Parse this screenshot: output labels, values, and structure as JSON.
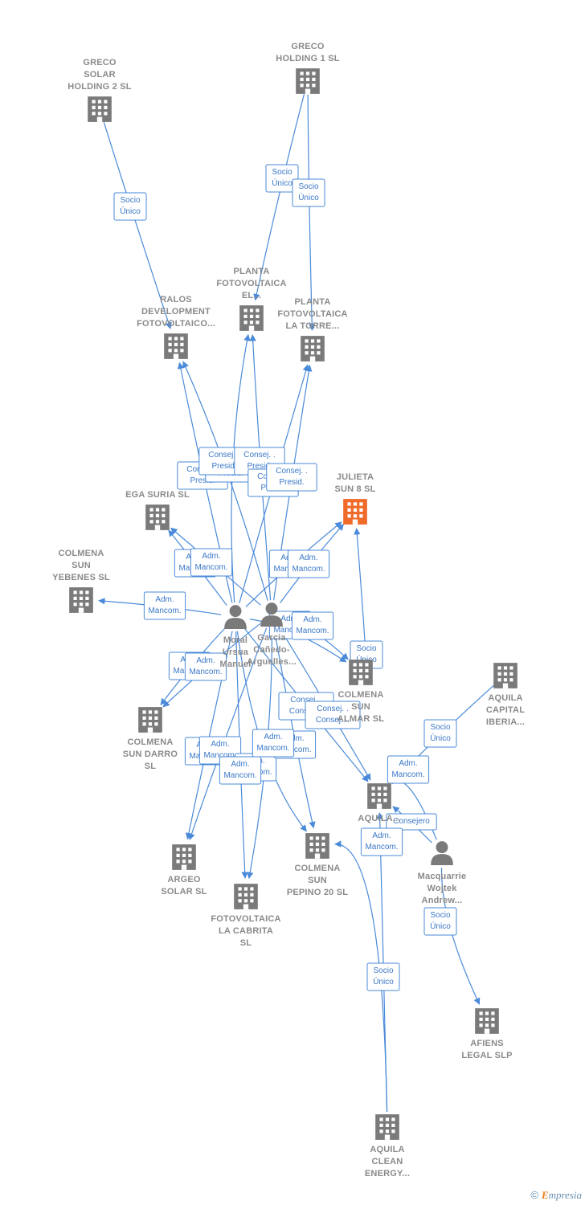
{
  "colors": {
    "edge": "#4a8ad8",
    "company": "#7a7a7a",
    "focus": "#f06a2a",
    "person": "#7a7a7a",
    "label": "#8a8a8a"
  },
  "nodes": [
    {
      "id": "greco2",
      "kind": "company",
      "label": [
        "GRECO",
        "SOLAR",
        "HOLDING 2  SL"
      ]
    },
    {
      "id": "greco1",
      "kind": "company",
      "label": [
        "GRECO",
        "HOLDING 1  SL"
      ]
    },
    {
      "id": "ralos",
      "kind": "company",
      "label": [
        "RALOS",
        "DEVELOPMENT",
        "FOTOVOLTAICO..."
      ]
    },
    {
      "id": "plantael",
      "kind": "company",
      "label": [
        "PLANTA",
        "FOTOVOLTAICA",
        "EL..."
      ]
    },
    {
      "id": "plantatorre",
      "kind": "company",
      "label": [
        "PLANTA",
        "FOTOVOLTAICA",
        "LA TORRE..."
      ]
    },
    {
      "id": "julieta",
      "kind": "focus",
      "label": [
        "JULIETA",
        "SUN 8  SL"
      ]
    },
    {
      "id": "ega",
      "kind": "company",
      "label": [
        "EGA SURIA  SL"
      ]
    },
    {
      "id": "yebenes",
      "kind": "company",
      "label": [
        "COLMENA",
        "SUN",
        "YEBENES  SL"
      ]
    },
    {
      "id": "moral",
      "kind": "person",
      "label": [
        "Moral",
        "Ursua",
        "Manuel"
      ]
    },
    {
      "id": "garcia",
      "kind": "person",
      "label": [
        "Garcia",
        "Cañedo-",
        "Arguelles..."
      ]
    },
    {
      "id": "almar",
      "kind": "company",
      "label": [
        "COLMENA",
        "SUN",
        "ALMAR  SL"
      ]
    },
    {
      "id": "aquilacap",
      "kind": "company",
      "label": [
        "AQUILA",
        "CAPITAL",
        "IBERIA..."
      ]
    },
    {
      "id": "darro",
      "kind": "company",
      "label": [
        "COLMENA",
        "SUN DARRO",
        "SL"
      ]
    },
    {
      "id": "aquila",
      "kind": "company",
      "label": [
        "AQUILA..."
      ]
    },
    {
      "id": "macq",
      "kind": "person",
      "label": [
        "Macquarrie",
        "Wojtek",
        "Andrew..."
      ]
    },
    {
      "id": "argeo",
      "kind": "company",
      "label": [
        "ARGEO",
        "SOLAR  SL"
      ]
    },
    {
      "id": "pepino",
      "kind": "company",
      "label": [
        "COLMENA",
        "SUN",
        "PEPINO 20  SL"
      ]
    },
    {
      "id": "cabrita",
      "kind": "company",
      "label": [
        "FOTOVOLTAICA",
        "LA CABRITA",
        "SL"
      ]
    },
    {
      "id": "afiens",
      "kind": "company",
      "label": [
        "AFIENS",
        "LEGAL  SLP"
      ]
    },
    {
      "id": "clean",
      "kind": "company",
      "label": [
        "AQUILA",
        "CLEAN",
        "ENERGY..."
      ]
    }
  ],
  "edges": [
    {
      "from": "greco2",
      "to": "ralos",
      "label": [
        "Socio",
        "Único"
      ]
    },
    {
      "from": "greco1",
      "to": "plantael",
      "label": [
        "Socio",
        "Único"
      ]
    },
    {
      "from": "greco1",
      "to": "plantatorre",
      "label": [
        "Socio",
        "Único"
      ]
    },
    {
      "from": "moral",
      "to": "ralos",
      "label": [
        "Consej. .",
        "Presid."
      ]
    },
    {
      "from": "garcia",
      "to": "ralos",
      "label": [
        "Consej. .",
        "Presid."
      ]
    },
    {
      "from": "moral",
      "to": "plantael",
      "label": [
        "Consej. .",
        "Presid."
      ]
    },
    {
      "from": "garcia",
      "to": "plantael",
      "label": [
        "Consej. .",
        "Presid."
      ]
    },
    {
      "from": "moral",
      "to": "plantatorre",
      "label": [
        "Consej. .",
        "Presid."
      ]
    },
    {
      "from": "garcia",
      "to": "plantatorre",
      "label": [
        "Consej. .",
        "Presid."
      ]
    },
    {
      "from": "moral",
      "to": "ega",
      "label": [
        "Adm.",
        "Mancom."
      ]
    },
    {
      "from": "garcia",
      "to": "ega",
      "label": [
        "Adm.",
        "Mancom."
      ]
    },
    {
      "from": "moral",
      "to": "julieta",
      "label": [
        "Adm.",
        "Mancom."
      ]
    },
    {
      "from": "garcia",
      "to": "julieta",
      "label": [
        "Adm.",
        "Mancom."
      ]
    },
    {
      "from": "moral",
      "to": "yebenes",
      "label": [
        "Adm.",
        "Mancom."
      ]
    },
    {
      "from": "moral",
      "to": "almar",
      "label": [
        "Adm.",
        "Mancom."
      ]
    },
    {
      "from": "garcia",
      "to": "almar",
      "label": [
        "Adm.",
        "Mancom."
      ]
    },
    {
      "from": "almar",
      "to": "julieta",
      "label": [
        "Socio",
        "Único"
      ]
    },
    {
      "from": "moral",
      "to": "darro",
      "label": [
        "Adm.",
        "Mancom."
      ]
    },
    {
      "from": "garcia",
      "to": "darro",
      "label": [
        "Adm.",
        "Mancom."
      ]
    },
    {
      "from": "moral",
      "to": "aquila",
      "label": [
        "Consej. .",
        "Consej...."
      ]
    },
    {
      "from": "garcia",
      "to": "aquila",
      "label": [
        "Consej. .",
        "Consej...."
      ]
    },
    {
      "from": "aquilacap",
      "to": "aquila",
      "label": [
        "Socio",
        "Único"
      ]
    },
    {
      "from": "macq",
      "to": "aquila",
      "label": [
        "Adm.",
        "Mancom."
      ]
    },
    {
      "from": "macq",
      "to": "aquila",
      "label": [
        "Consejero"
      ]
    },
    {
      "from": "moral",
      "to": "argeo",
      "label": [
        "Adm.",
        "Mancom."
      ]
    },
    {
      "from": "garcia",
      "to": "argeo",
      "label": [
        "Adm.",
        "Mancom."
      ]
    },
    {
      "from": "moral",
      "to": "pepino",
      "label": [
        "Adm.",
        "Mancom."
      ]
    },
    {
      "from": "garcia",
      "to": "pepino",
      "label": [
        "Adm.",
        "Mancom."
      ]
    },
    {
      "from": "moral",
      "to": "cabrita",
      "label": [
        "Adm.",
        "Mancom."
      ]
    },
    {
      "from": "garcia",
      "to": "cabrita",
      "label": [
        "Adm.",
        "Mancom."
      ]
    },
    {
      "from": "clean",
      "to": "pepino",
      "label": [
        "Adm.",
        "Mancom."
      ]
    },
    {
      "from": "macq",
      "to": "afiens",
      "label": [
        "Socio",
        "Único"
      ]
    },
    {
      "from": "clean",
      "to": "aquila",
      "label": [
        "Socio",
        "Único"
      ]
    }
  ],
  "footer": {
    "copyright": "©",
    "brand_initial": "E",
    "brand_rest": "mpresia"
  }
}
